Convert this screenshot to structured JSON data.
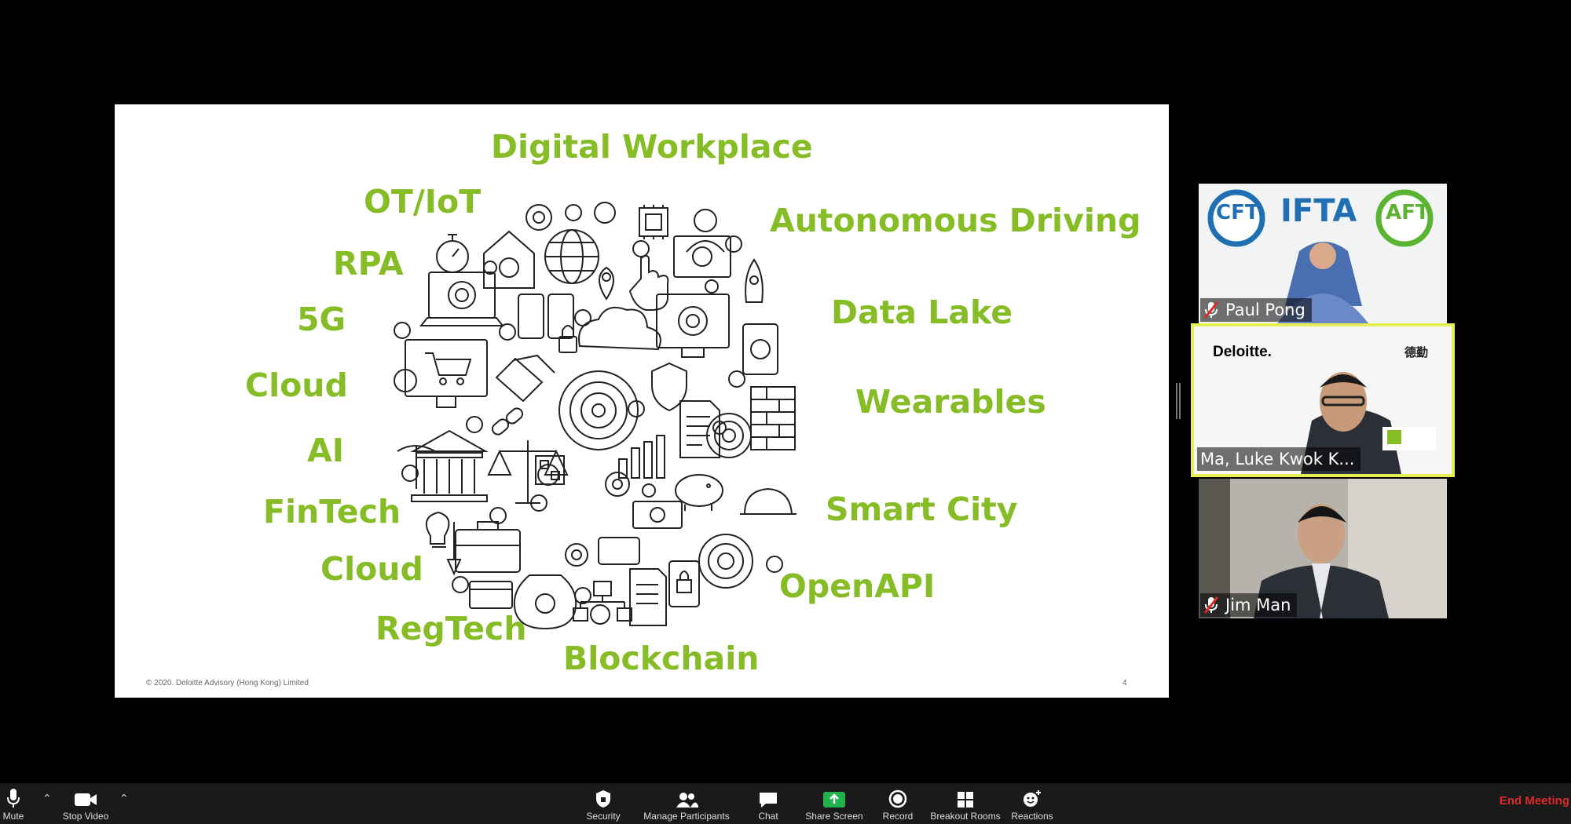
{
  "slide": {
    "keywords": {
      "digital_workplace": "Digital Workplace",
      "ot_iot": "OT/IoT",
      "rpa": "RPA",
      "fiveg": "5G",
      "cloud1": "Cloud",
      "ai": "AI",
      "fintech": "FinTech",
      "cloud2": "Cloud",
      "regtech": "RegTech",
      "blockchain": "Blockchain",
      "autonomous_driving": "Autonomous Driving",
      "data_lake": "Data Lake",
      "wearables": "Wearables",
      "smart_city": "Smart City",
      "openapi": "OpenAPI"
    },
    "copyright": "© 2020. Deloitte Advisory (Hong Kong) Limited",
    "page_number": "4"
  },
  "participants": [
    {
      "name": "Paul Pong",
      "muted": true,
      "logos": [
        "CFT",
        "IFTA",
        "AFT"
      ]
    },
    {
      "name": "Ma, Luke Kwok K...",
      "muted": false,
      "logos": [
        "Deloitte.",
        "德勤"
      ]
    },
    {
      "name": "Jim Man",
      "muted": true
    }
  ],
  "toolbar": {
    "mute": "Mute",
    "stop_video": "Stop Video",
    "security": "Security",
    "manage_participants": "Manage Participants",
    "chat": "Chat",
    "share_screen": "Share Screen",
    "record": "Record",
    "breakout_rooms": "Breakout Rooms",
    "reactions": "Reactions",
    "end_meeting": "End Meeting"
  },
  "colors": {
    "accent_green": "#86bc25",
    "active_speaker": "#e5ef55",
    "end_red": "#e02828",
    "share_green": "#22b14c"
  }
}
